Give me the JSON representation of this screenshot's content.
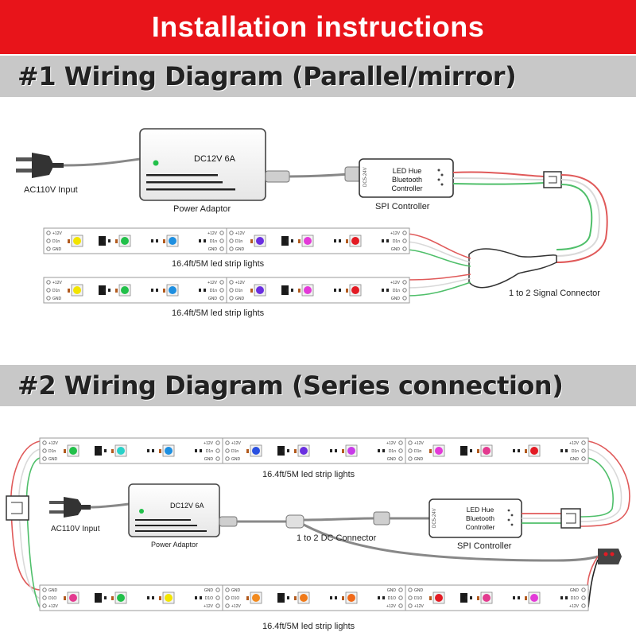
{
  "banner": {
    "title": "Installation instructions"
  },
  "section1": {
    "title": "#1 Wiring Diagram (Parallel/mirror)",
    "ac_input": "AC110V Input",
    "adaptor_rating": "DC12V 6A",
    "adaptor_label": "Power Adaptor",
    "controller_lines": [
      "LED Hue",
      "Bluetooth",
      "Controller"
    ],
    "controller_side": "DC5-24V",
    "controller_label": "SPI Controller",
    "strip_label_1": "16.4ft/5M led strip lights",
    "strip_label_2": "16.4ft/5M led strip lights",
    "connector_label": "1 to 2 Signal Connector"
  },
  "section2": {
    "title": "#2 Wiring Diagram (Series connection)",
    "ac_input": "AC110V Input",
    "adaptor_rating": "DC12V 6A",
    "adaptor_label": "Power Adaptor",
    "dc_connector_label": "1 to 2 DC Connector",
    "controller_lines": [
      "LED Hue",
      "Bluetooth",
      "Controller"
    ],
    "controller_side": "DC5-24V",
    "controller_label": "SPI Controller",
    "strip_label_top": "16.4ft/5M led strip lights",
    "strip_label_bottom": "16.4ft/5M led strip lights"
  },
  "strip_pins": {
    "p12": "+12V",
    "din": "D1n",
    "gnd": "GND"
  },
  "strip_pins_reversed": {
    "gnd": "GND",
    "dout": "D1O",
    "p12": "+12V"
  },
  "colors": {
    "banner": "#e8141a",
    "section_bar": "#c8c8c8",
    "wire_red": "#e05a5a",
    "wire_green": "#4fbf6a",
    "wire_white": "#d9d9d9"
  },
  "led_sets": {
    "s1_strip": [
      [
        "#f2e400",
        "#22c04a",
        "#1e8fe0"
      ],
      [
        "#6a2fe0",
        "#e33ad8",
        "#e31b24"
      ]
    ],
    "s2_top": [
      [
        "#22c04a",
        "#2ad1c8",
        "#1e8fe0"
      ],
      [
        "#2a50e0",
        "#6a2fe0",
        "#c83ae8"
      ],
      [
        "#e33ad8",
        "#e33a8f",
        "#e31b24"
      ]
    ],
    "s2_bottom": [
      [
        "#e33a8f",
        "#22c04a",
        "#f2e400"
      ],
      [
        "#f28a1e",
        "#f07a1a",
        "#f06a1a"
      ],
      [
        "#e31b24",
        "#e33a8f",
        "#e33ad8"
      ]
    ]
  }
}
